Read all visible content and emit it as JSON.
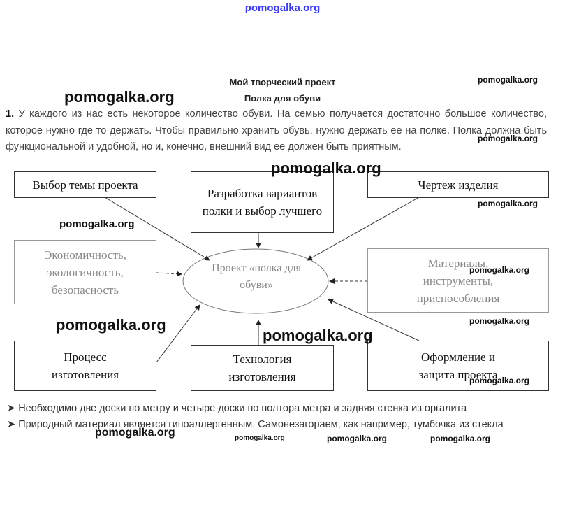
{
  "watermarks": {
    "top": "pomogalka.org",
    "text": "pomogalka.org"
  },
  "document": {
    "title": "Мой творческий проект",
    "subtitle": "Полка для обуви",
    "paragraph_number": "1.",
    "paragraph": " У каждого из нас есть некоторое количество обуви. На семью получается достаточно большое количество, которое нужно где то держать. Чтобы правильно хранить обувь, нужно держать ее на полке. Полка должна быть функциональной и удобной, но и, конечно, внешний вид ее должен быть приятным."
  },
  "diagram": {
    "center": "Проект «полка для обуви»",
    "boxes": [
      "Выбор темы проекта",
      "Разработка вариантов полки и выбор лучшего",
      "Чертеж изделия",
      "Экономичность, экологичность, безопасность",
      "Материалы, инструменты, приспособления",
      "Процесс изготовления",
      "Технология изготовления",
      "Оформление и защита проекта"
    ]
  },
  "bullets": [
    "Необходимо две доски по метру и четыре доски по полтора метра и задняя стенка из оргалита",
    "Природный материал является гипоаллергенным. Самонезагораем, как например, тумбочка из стекла"
  ]
}
